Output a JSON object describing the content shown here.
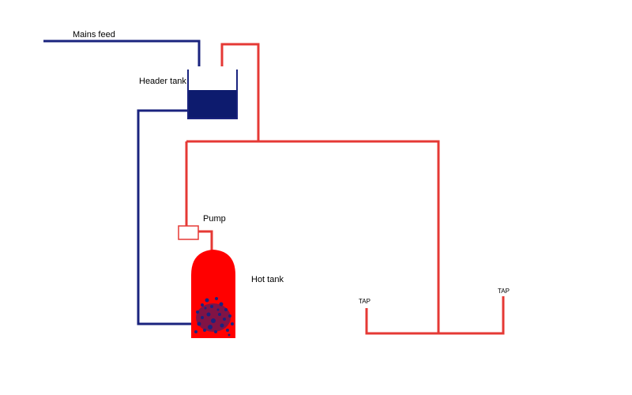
{
  "diagram": {
    "labels": {
      "mains_feed": "Mains feed",
      "header_tank": "Header tank",
      "pump": "Pump",
      "hot_tank": "Hot tank",
      "tap_left": "TAP",
      "tap_right": "TAP"
    },
    "colors": {
      "cold_pipe": "#1a237e",
      "hot_pipe": "#e53935",
      "header_water": "#0d1b6e",
      "tank_outline": "#1a237e",
      "hot_tank_fill": "#ff0000",
      "pump_outline": "#e53935",
      "background": "#ffffff"
    }
  }
}
